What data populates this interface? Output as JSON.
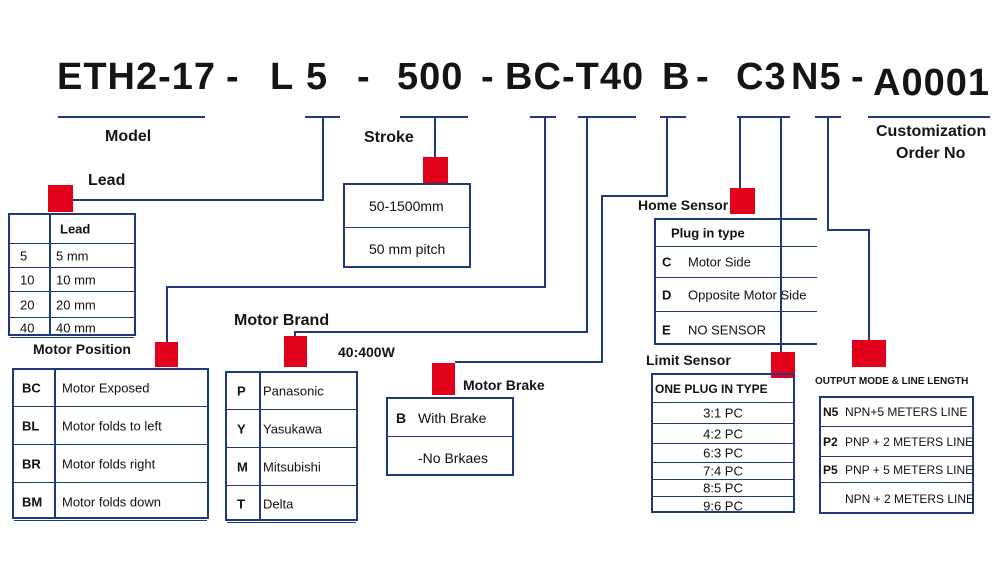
{
  "code_parts": [
    "ETH2-17",
    "-",
    "L",
    "5",
    "-",
    "500",
    "-",
    "BC",
    "-T40",
    "B",
    "-",
    "C3",
    "N5",
    "-",
    "A0001"
  ],
  "labels": {
    "model": "Model",
    "stroke": "Stroke",
    "customization_1": "Customization",
    "customization_2": "Order No",
    "lead": "Lead",
    "motor_position": "Motor Position",
    "motor_brand": "Motor Brand",
    "motor_brand_note": "40:400W",
    "motor_brake": "Motor Brake",
    "home_sensor": "Home Sensor",
    "limit_sensor": "Limit Sensor",
    "output_mode": "OUTPUT MODE & LINE LENGTH"
  },
  "tables": {
    "lead": {
      "header": "Lead",
      "rows": [
        [
          "5",
          "5 mm"
        ],
        [
          "10",
          "10 mm"
        ],
        [
          "20",
          "20 mm"
        ],
        [
          "40",
          "40 mm"
        ]
      ]
    },
    "stroke": {
      "rows": [
        "50-1500mm",
        "50 mm pitch"
      ]
    },
    "motor_position": {
      "rows": [
        [
          "BC",
          "Motor Exposed"
        ],
        [
          "BL",
          "Motor folds to left"
        ],
        [
          "BR",
          "Motor folds right"
        ],
        [
          "BM",
          "Motor folds down"
        ]
      ]
    },
    "motor_brand": {
      "rows": [
        [
          "P",
          "Panasonic"
        ],
        [
          "Y",
          "Yasukawa"
        ],
        [
          "M",
          "Mitsubishi"
        ],
        [
          "T",
          "Delta"
        ]
      ]
    },
    "motor_brake": {
      "rows": [
        [
          "B",
          "With Brake"
        ],
        [
          "",
          "-No Brkaes"
        ]
      ]
    },
    "home_sensor": {
      "header": "Plug in type",
      "rows": [
        [
          "C",
          "Motor Side"
        ],
        [
          "D",
          "Opposite Motor Side"
        ],
        [
          "E",
          "NO SENSOR"
        ]
      ]
    },
    "limit_sensor": {
      "header": "ONE PLUG IN TYPE",
      "rows": [
        "3:1 PC",
        "4:2 PC",
        "6:3 PC",
        "7:4 PC",
        "8:5 PC",
        "9:6 PC"
      ]
    },
    "output_mode": {
      "rows": [
        [
          "N5",
          "NPN+5 METERS LINE"
        ],
        [
          "P2",
          "PNP + 2 METERS LINE"
        ],
        [
          "P5",
          "PNP + 5 METERS LINE"
        ],
        [
          "",
          "NPN + 2 METERS LINE"
        ]
      ]
    }
  },
  "colors": {
    "line": "#1f3a7a",
    "marker": "#e3001b"
  }
}
